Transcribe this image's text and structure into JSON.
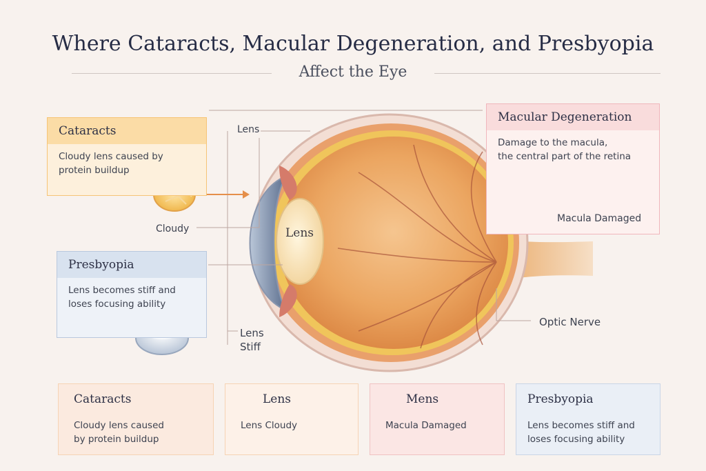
{
  "title": {
    "line1": "Where Cataracts, Macular Degeneration, and Presbyopia",
    "line2": "Affect the Eye"
  },
  "colors": {
    "cataract": "#f6c476",
    "macular": "#f0b6bc",
    "presbyopia": "#b9c8de",
    "lens_warm": "#f5d9b7",
    "retina": "#e9a25e"
  },
  "cards": {
    "cataracts": {
      "title": "Cataracts",
      "text_line1": "Cloudy lens caused by",
      "text_line2": "protein buildup"
    },
    "presbyopia": {
      "title": "Presbyopia",
      "text_line1": "Lens becomes stiff and",
      "text_line2": "loses focusing ability"
    },
    "macular": {
      "title": "Macular Degeneration",
      "text_line1": "Damage to the macula,",
      "text_line2": "the central part of the retina",
      "callout": "Macula Damaged"
    }
  },
  "labels": {
    "lens_top": "Lens",
    "cloudy": "Cloudy",
    "lens_center": "Lens",
    "lens_stiff_1": "Lens",
    "lens_stiff_2": "Stiff",
    "optic_nerve": "Optic Nerve"
  },
  "bottom": [
    {
      "title": "Cataracts",
      "text_line1": "Cloudy lens caused",
      "text_line2": "by protein buildup",
      "icon": ""
    },
    {
      "title": "Lens",
      "text_line1": "Lens Cloudy",
      "text_line2": "",
      "icon": "lens-icon"
    },
    {
      "title": "Mens",
      "text_line1": "Macula Damaged",
      "text_line2": "",
      "icon": "macula-icon"
    },
    {
      "title": "Presbyopia",
      "text_line1": "Lens becomes stiff and",
      "text_line2": "loses focusing ability",
      "icon": ""
    }
  ]
}
